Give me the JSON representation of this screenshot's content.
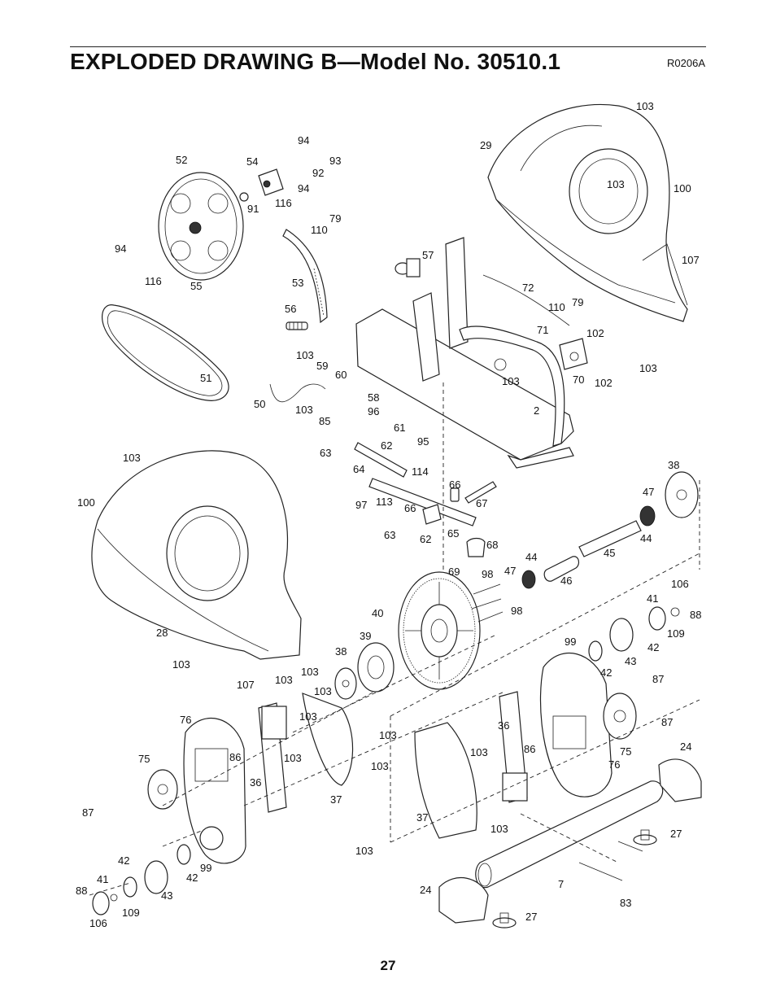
{
  "header": {
    "title": "EXPLODED DRAWING B—Model No. 30510.1",
    "reference_code": "R0206A"
  },
  "footer": {
    "page_number": "27"
  },
  "part_labels": [
    "103",
    "29",
    "103",
    "100",
    "107",
    "94",
    "93",
    "92",
    "94",
    "52",
    "54",
    "116",
    "91",
    "79",
    "110",
    "94",
    "116",
    "55",
    "53",
    "57",
    "72",
    "110",
    "79",
    "71",
    "102",
    "103",
    "102",
    "103",
    "70",
    "56",
    "103",
    "59",
    "60",
    "51",
    "58",
    "50",
    "103",
    "96",
    "85",
    "61",
    "62",
    "2",
    "95",
    "63",
    "64",
    "114",
    "103",
    "38",
    "66",
    "67",
    "100",
    "97",
    "113",
    "47",
    "44",
    "66",
    "62",
    "63",
    "65",
    "68",
    "45",
    "69",
    "44",
    "46",
    "47",
    "98",
    "98",
    "106",
    "41",
    "88",
    "40",
    "109",
    "42",
    "39",
    "99",
    "43",
    "103",
    "28",
    "38",
    "103",
    "107",
    "103",
    "87",
    "103",
    "103",
    "42",
    "87",
    "76",
    "36",
    "86",
    "103",
    "103",
    "103",
    "86",
    "36",
    "75",
    "75",
    "76",
    "24",
    "37",
    "103",
    "37",
    "27",
    "103",
    "87",
    "42",
    "99",
    "41",
    "43",
    "42",
    "103",
    "24",
    "7",
    "27",
    "83",
    "88",
    "109",
    "106"
  ]
}
